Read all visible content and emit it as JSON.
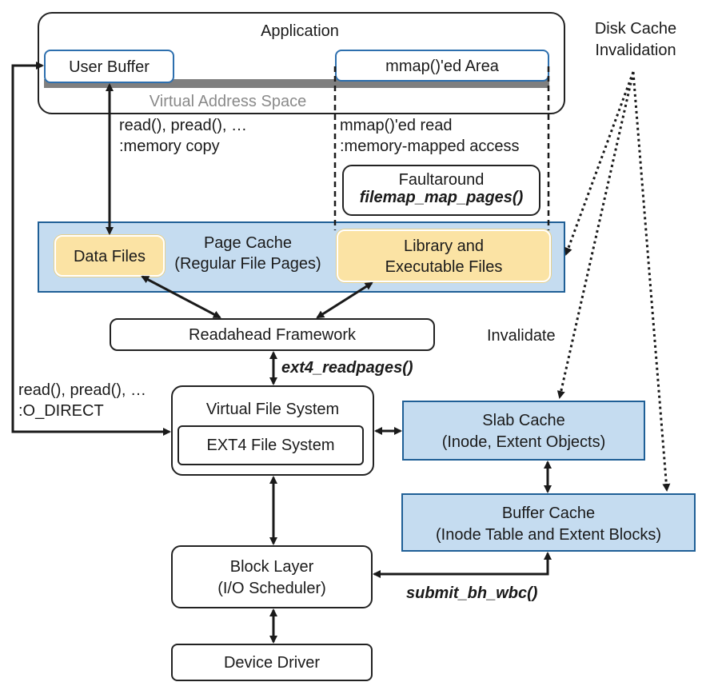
{
  "labels": {
    "application": "Application",
    "user_buffer": "User Buffer",
    "mmap_area": "mmap()'ed Area",
    "virtual_address_space": "Virtual Address Space",
    "read_memcopy_1": "read(), pread(), …",
    "read_memcopy_2": ":memory copy",
    "mmap_read_1": "mmap()'ed read",
    "mmap_read_2": ":memory-mapped access",
    "faultaround_1": "Faultaround",
    "faultaround_2": "filemap_map_pages()",
    "page_cache_1": "Page Cache",
    "page_cache_2": "(Regular File Pages)",
    "data_files": "Data Files",
    "library_1": "Library and",
    "library_2": "Executable Files",
    "readahead": "Readahead Framework",
    "ext4_readpages": "ext4_readpages()",
    "direct_1": "read(), pread(), …",
    "direct_2": ":O_DIRECT",
    "vfs": "Virtual File System",
    "ext4": "EXT4 File System",
    "slab_1": "Slab Cache",
    "slab_2": "(Inode, Extent Objects)",
    "buffer_1": "Buffer Cache",
    "buffer_2": "(Inode Table and Extent Blocks)",
    "block_1": "Block Layer",
    "block_2": "(I/O Scheduler)",
    "submit_bh": "submit_bh_wbc()",
    "device_driver": "Device Driver",
    "disk_cache_1": "Disk Cache",
    "disk_cache_2": "Invalidation",
    "invalidate": "Invalidate"
  },
  "colors": {
    "cache_fill": "#c5dcf0",
    "cache_border": "#1f5f96",
    "file_fill": "#fbe3a4",
    "stroke": "#1a1a1a"
  }
}
